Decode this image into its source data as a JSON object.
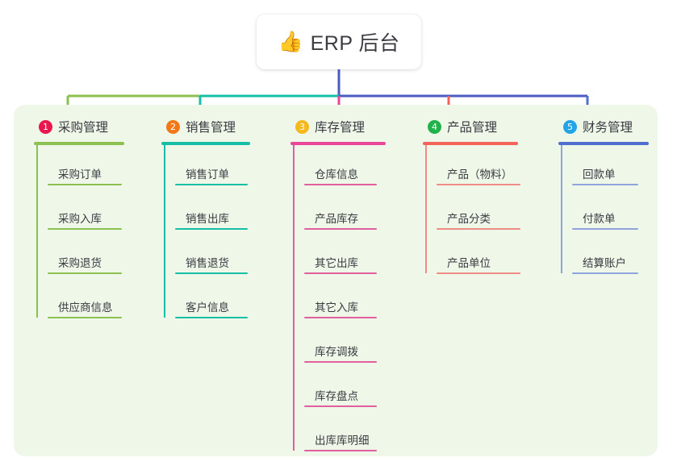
{
  "root": {
    "icon": "thumbs-up-icon",
    "icon_glyph": "👍",
    "title": "ERP 后台"
  },
  "theme": {
    "panel_bg": "#eef7e8",
    "page_bg": "#ffffff",
    "text": "#3b3b42",
    "root_stem": "#4b5bc0",
    "bus_left_green": "#8cc152",
    "bus_teal": "#15bfa5",
    "bus_indigo": "#4b5bc0"
  },
  "columns": [
    {
      "number": "1",
      "title": "采购管理",
      "badge_color": "#e8174e",
      "rule_color": "#8cc152",
      "line_color": "#8cc152",
      "stub_color": "#8cc152",
      "items": [
        "采购订单",
        "采购入库",
        "采购退货",
        "供应商信息"
      ]
    },
    {
      "number": "2",
      "title": "销售管理",
      "badge_color": "#f07818",
      "rule_color": "#15bfa5",
      "line_color": "#15bfa5",
      "stub_color": "#15bfa5",
      "items": [
        "销售订单",
        "销售出库",
        "销售退货",
        "客户信息"
      ]
    },
    {
      "number": "3",
      "title": "库存管理",
      "badge_color": "#f5b91e",
      "rule_color": "#e8459b",
      "line_color": "#e05f9c",
      "stub_color": "#e8459b",
      "items": [
        "仓库信息",
        "产品库存",
        "其它出库",
        "其它入库",
        "库存调拨",
        "库存盘点",
        "出库库明细"
      ]
    },
    {
      "number": "4",
      "title": "产品管理",
      "badge_color": "#20b24b",
      "rule_color": "#f4625c",
      "line_color": "#f08c86",
      "stub_color": "#f4625c",
      "items": [
        "产品（物料）",
        "产品分类",
        "产品单位"
      ]
    },
    {
      "number": "5",
      "title": "财务管理",
      "badge_color": "#22a5e8",
      "rule_color": "#4f6fd0",
      "line_color": "#8fa3dd",
      "stub_color": "#4f6fd0",
      "items": [
        "回款单",
        "付款单",
        "结算账户"
      ]
    }
  ]
}
